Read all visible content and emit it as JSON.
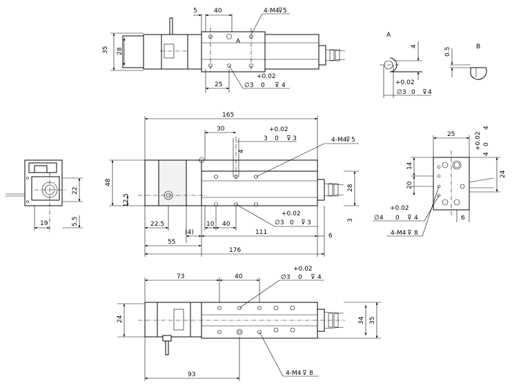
{
  "labels": {
    "view_a": "A",
    "view_b": "B",
    "tol_plus": "+0.02",
    "hole_m4_depth5": "4-M4",
    "hole_m4_depth8": "4-M4",
    "dia3": "∅3",
    "dia4": "∅4",
    "zero": "0",
    "depth_sym": "⊽",
    "paren_4": "(4)"
  },
  "dimensions": {
    "top_view": {
      "d5": "5",
      "d40": "40",
      "d35": "35",
      "d28": "28",
      "d25": "25",
      "depth5": "5",
      "depth4": "4"
    },
    "detail_a": {
      "d4": "4",
      "depth4": "4"
    },
    "detail_b": {
      "d05": "0.5"
    },
    "front_view": {
      "d165": "165",
      "d30": "30",
      "d4": "4",
      "d48": "48",
      "d12_5": "12.5",
      "d22_5": "22.5",
      "d10": "10",
      "d40": "40",
      "d111": "111",
      "d55": "55",
      "d176": "176",
      "d6": "6",
      "d28": "28",
      "d3": "3",
      "depth3a": "3",
      "depth3b": "3",
      "depth5": "5"
    },
    "left_view": {
      "d22": "22",
      "d19": "19",
      "d5_5": "5.5"
    },
    "right_view": {
      "d25": "25",
      "d14": "14",
      "d20": "20",
      "d24": "24",
      "d6": "6",
      "d4": "4",
      "tol_right": "+0.02",
      "depth4": "4",
      "depth8": "8"
    },
    "bottom_view": {
      "d73": "73",
      "d40": "40",
      "d24": "24",
      "d34": "34",
      "d35": "35",
      "d93": "93",
      "depth4": "4",
      "depth8": "8"
    }
  }
}
